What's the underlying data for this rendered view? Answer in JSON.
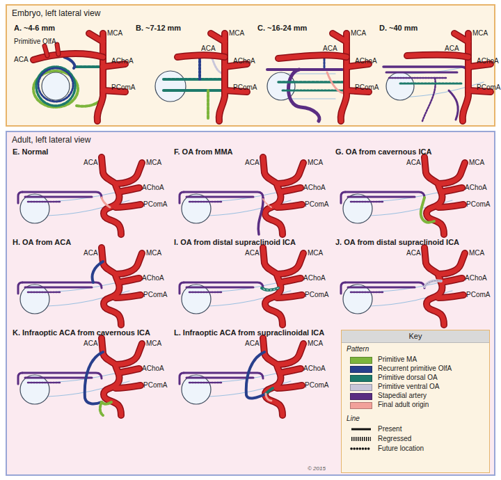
{
  "diagram": {
    "nodes": [
      {
        "text": [
          "Embryo, left lateral view"
        ]
      },
      {
        "text": [
          "Adult, left lateral view"
        ]
      },
      {
        "text": [
          "Key"
        ],
        "in": 1
      }
    ],
    "labels": [
      "A. ~4-6 mm",
      "B. ~7-12 mm",
      "C. ~16-24 mm",
      "D. ~40 mm",
      "E. Normal",
      "F. OA from MMA",
      "G. OA from cavernous ICA",
      "H. OA from ACA",
      "I. OA from distal supraclinoid ICA",
      "J. OA from distal supraclinoid ICA",
      "K. Infraoptic ACA from cavernous ICA",
      "L. Infraoptic ACA from supraclinoidal ICA",
      "Primitive OlfA",
      "ACA",
      "MCA",
      "AChoA",
      "PComA",
      "ACA",
      "MCA",
      "AChoA",
      "PComA",
      "ACA",
      "MCA",
      "AChoA",
      "PComA",
      "ACA",
      "MCA",
      "AChoA",
      "PComA",
      "ACA",
      "MCA",
      "AChoA",
      "PComA",
      "ACA",
      "MCA",
      "AChoA",
      "PComA",
      "ACA",
      "MCA",
      "AChoA",
      "PComA",
      "ACA",
      "MCA",
      "AChoA",
      "PComA",
      "ACA",
      "MCA",
      "AChoA",
      "PComA",
      "ACA",
      "MCA",
      "AChoA",
      "PComA",
      "ACA",
      "MCA",
      "AChoA",
      "PComA",
      "ACA",
      "MCA",
      "AChoA",
      "PComA",
      "Pattern",
      "Line",
      "© 2015"
    ],
    "legend": [
      {
        "text": "Primitive MA",
        "color": "#7db53c"
      },
      {
        "text": "Recurrent primitive OlfA",
        "color": "#283f8c"
      },
      {
        "text": "Primitive dorsal OA",
        "color": "#1d7a6b"
      },
      {
        "text": "Primitive ventral OA",
        "color": "#c8c6da"
      },
      {
        "text": "Stapedial artery",
        "color": "#5a2d82"
      },
      {
        "text": "Final adult origin",
        "color": "#f2a19a"
      },
      {
        "text": "Present"
      },
      {
        "text": "Regressed"
      },
      {
        "text": "Future location"
      }
    ]
  }
}
